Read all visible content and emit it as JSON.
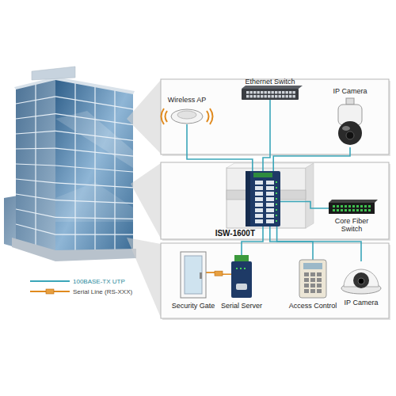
{
  "diagram": {
    "nodes": [
      {
        "text": [
          "Wireless AP"
        ]
      },
      {
        "text": [
          "Ethernet Switch"
        ]
      },
      {
        "text": [
          "IP Camera"
        ]
      },
      {
        "text": [
          "ISW-1600T"
        ]
      },
      {
        "text": [
          "Core Fiber Switch"
        ]
      },
      {
        "text": [
          "Security Gate"
        ]
      },
      {
        "text": [
          "Serial Server"
        ]
      },
      {
        "text": [
          "Access Control"
        ]
      },
      {
        "text": [
          "IP Camera"
        ]
      }
    ],
    "edges": [
      {
        "from": 0,
        "to": 3,
        "arrow": "none"
      },
      {
        "from": 1,
        "to": 3,
        "arrow": "none"
      },
      {
        "from": 2,
        "to": 3,
        "arrow": "none"
      },
      {
        "from": 3,
        "to": 4,
        "arrow": "none"
      },
      {
        "from": 6,
        "to": 3,
        "arrow": "none"
      },
      {
        "from": 7,
        "to": 3,
        "arrow": "none"
      },
      {
        "from": 8,
        "to": 3,
        "arrow": "none"
      },
      {
        "from": 5,
        "to": 6,
        "arrow": "none"
      }
    ],
    "legend": [
      {
        "text": "100BASE-TX UTP"
      },
      {
        "text": "Serial Line (RS-XXX)"
      }
    ]
  }
}
